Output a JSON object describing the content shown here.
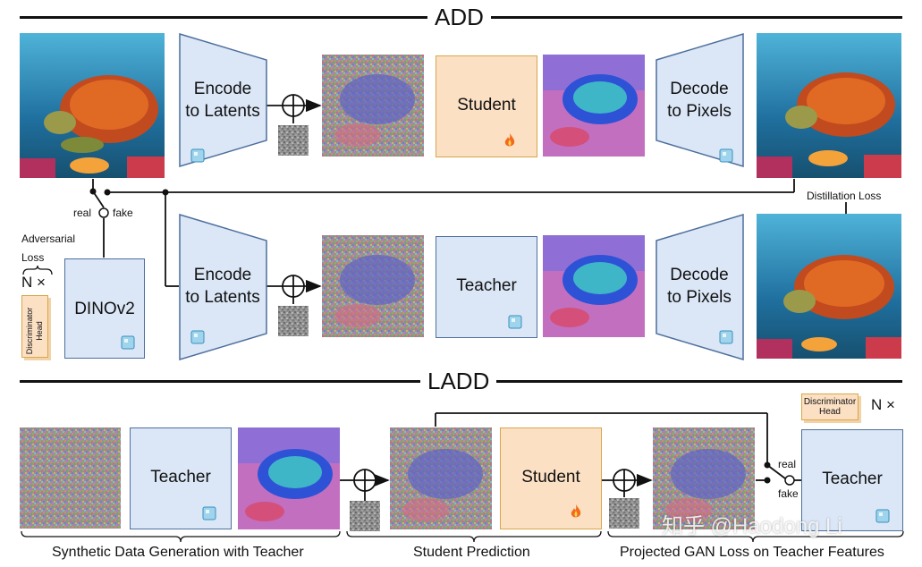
{
  "sections": {
    "add_title": "ADD",
    "ladd_title": "LADD"
  },
  "add": {
    "top_row": {
      "encode_label": "Encode\nto Latents",
      "model_label": "Student",
      "decode_label": "Decode\nto Pixels"
    },
    "bottom_row": {
      "encode_label": "Encode\nto Latents",
      "model_label": "Teacher",
      "decode_label": "Decode\nto Pixels"
    },
    "discriminator": {
      "backbone_label": "DINOv2",
      "head_label": "Discriminator\nHead",
      "repeat_label": "N ×",
      "real_label": "real",
      "fake_label": "fake",
      "adversarial_loss_label": "Adversarial\nLoss"
    },
    "distillation_loss_label": "Distillation Loss"
  },
  "ladd": {
    "teacher_gen_label": "Teacher",
    "student_label": "Student",
    "teacher_disc_label": "Teacher",
    "discriminator_head_label": "Discriminator\nHead",
    "repeat_label": "N ×",
    "real_label": "real",
    "fake_label": "fake",
    "captions": {
      "synthetic": "Synthetic Data Generation with Teacher",
      "student_prediction": "Student Prediction",
      "projected_gan": "Projected GAN Loss on Teacher Features"
    }
  },
  "watermark": "知乎 @Haodong Li",
  "icons": {
    "frozen": "ice-cube-icon",
    "trainable": "flame-icon"
  },
  "colors": {
    "frozen_box": "#dbe7f7",
    "trainable_box": "#fbe0c4",
    "frozen_border": "#4d6f9c",
    "trainable_border": "#d9a649"
  }
}
